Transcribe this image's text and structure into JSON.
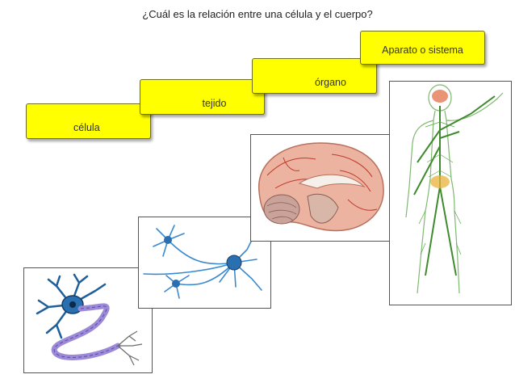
{
  "title": "¿Cuál es la relación entre una célula y el cuerpo?",
  "steps": [
    {
      "label": "célula"
    },
    {
      "label": "tejido"
    },
    {
      "label": "órgano"
    },
    {
      "label": "Aparato o sistema"
    }
  ],
  "colors": {
    "step_fill": "#ffff00",
    "neuron_blue": "#2a6fb0",
    "brain_pink": "#e9a58f",
    "nerve_green": "#4f9a3a"
  }
}
